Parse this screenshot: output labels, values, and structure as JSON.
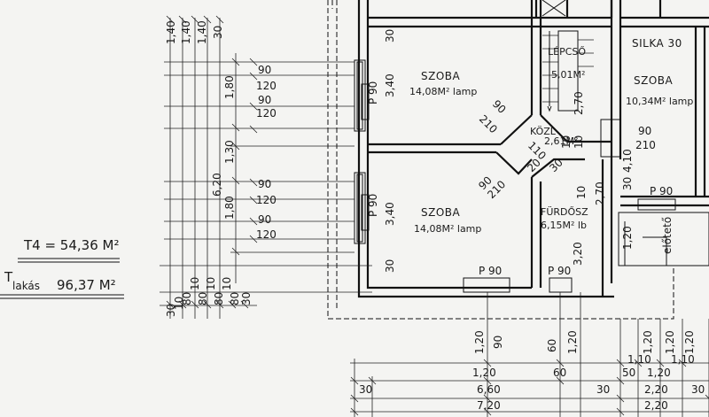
{
  "rooms": {
    "szoba_left_top": {
      "name": "SZOBA",
      "area": "14,08M² lamp"
    },
    "szoba_left_bottom": {
      "name": "SZOBA",
      "area": "14,08M² lamp"
    },
    "szoba_right": {
      "name": "SZOBA",
      "area": "10,34M² lamp"
    },
    "lepcso": {
      "name": "LÉPCSŐ",
      "area": "5,01M²"
    },
    "kozl": {
      "name": "KÖZL",
      "area": "2,61M²"
    },
    "furdosz": {
      "name": "FÜRDŐSZ",
      "area": "6,15M² lb"
    },
    "eloteto": {
      "name": "előtető"
    }
  },
  "notes": {
    "silka": "SILKA 30",
    "t4": "T4 = 54,36 M²",
    "tlakas_prefix": "T",
    "tlakas_sub": "lakás",
    "tlakas_value": "96,37 M²"
  },
  "doors": {
    "p90_bottom_left": "P 90",
    "p90_bottom_mid": "P 90",
    "p90_right": "P 90",
    "p90_wall_top": "P 90",
    "p90_wall_mid": "P 90"
  },
  "dims": {
    "top_stack": [
      "1,40",
      "1,40",
      "1,40",
      "30"
    ],
    "left_vert": [
      "1,80",
      "1,30",
      "6,20",
      "1,80"
    ],
    "window_left": [
      "90",
      "120",
      "90",
      "120",
      "90",
      "120",
      "90",
      "120"
    ],
    "inner_340_top": "3,40",
    "inner_340_bottom": "3,40",
    "inner_30_top": "30",
    "inner_30_bottom": "30",
    "diag": [
      "210",
      "90",
      "110",
      "210",
      "90",
      "20",
      "30"
    ],
    "mid_vert": [
      "2,70",
      "10",
      "2,70",
      "10",
      "3,20",
      "10"
    ],
    "right_vert": [
      "90",
      "210",
      "30",
      "4,10"
    ],
    "bottom_stack": [
      "30",
      "10",
      "80",
      "10",
      "80",
      "10",
      "80",
      "10",
      "80",
      "30"
    ],
    "eloteto_dims": [
      "1,20",
      "1,20"
    ],
    "bottom_vert": [
      "1,20",
      "90",
      "60",
      "1,20",
      "1,20",
      "1,20"
    ],
    "bottom_row1": [
      "1,20",
      "60",
      "50",
      "1,20",
      "1,10",
      "1,10"
    ],
    "bottom_row2": [
      "30",
      "6,60",
      "30",
      "2,20",
      "30"
    ],
    "bottom_row3": [
      "7,20",
      "2,20"
    ]
  }
}
